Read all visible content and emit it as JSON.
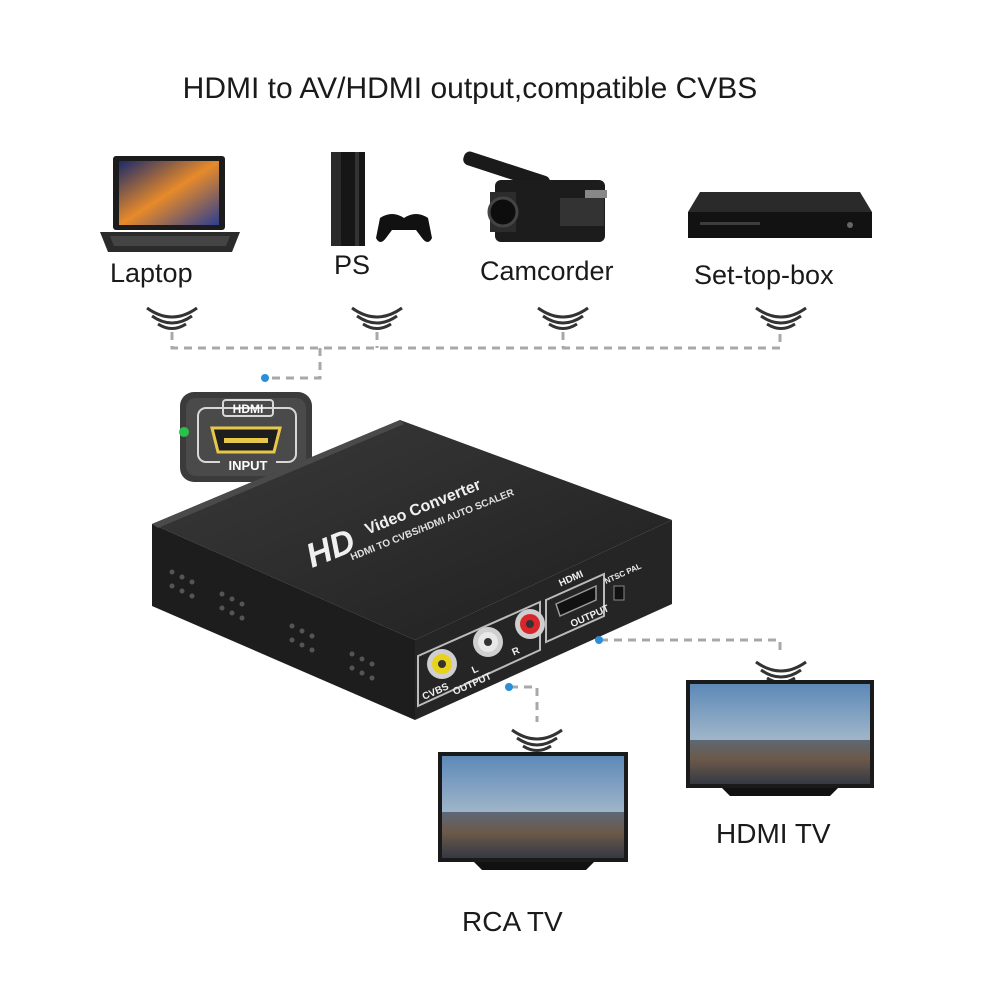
{
  "title": "HDMI to AV/HDMI output,compatible CVBS",
  "sources": [
    {
      "id": "laptop",
      "label": "Laptop",
      "icon": "laptop-icon"
    },
    {
      "id": "ps",
      "label": "PS",
      "icon": "game-console-icon"
    },
    {
      "id": "camcorder",
      "label": "Camcorder",
      "icon": "camcorder-icon"
    },
    {
      "id": "settop",
      "label": "Set-top-box",
      "icon": "set-top-box-icon"
    }
  ],
  "input_port": {
    "badge": "HDMI",
    "caption": "INPUT",
    "icon": "hdmi-port-icon"
  },
  "device": {
    "logo": "HD",
    "title": "Video Converter",
    "subtitle": "HDMI TO CVBS/HDMI AUTO SCALER",
    "hdmi_badge": "HDMI",
    "hdmi_caption": "OUTPUT",
    "switch_left": "NTSC",
    "switch_right": "PAL",
    "rca_labels": [
      "CVBS",
      "L",
      "R"
    ],
    "rca_caption": "OUTPUT"
  },
  "destinations": [
    {
      "id": "rca-tv",
      "label": "RCA TV",
      "icon": "tv-icon"
    },
    {
      "id": "hdmi-tv",
      "label": "HDMI TV",
      "icon": "tv-icon"
    }
  ],
  "colors": {
    "connector_line": "#a8a8a8",
    "connector_dot": "#2a8fd6",
    "device_body": "#262626",
    "rca_yellow": "#e8d21c",
    "rca_white": "#e8e8e8",
    "rca_red": "#d8262b"
  }
}
